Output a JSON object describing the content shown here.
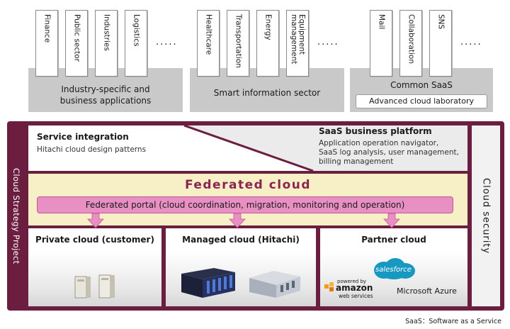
{
  "sectors": {
    "industry": {
      "label": "Industry-specific and\nbusiness applications",
      "cards": [
        "Finance",
        "Public sector",
        "Industries",
        "Logistics"
      ],
      "more": "....."
    },
    "smart": {
      "label": "Smart information sector",
      "cards": [
        "Healthcare",
        "Transportation",
        "Energy",
        "Equipment\nmanagement"
      ],
      "more": "....."
    },
    "common": {
      "label": "Common SaaS",
      "cards": [
        "Mail",
        "Collaboration",
        "SNS"
      ],
      "more": ".....",
      "lab": "Advanced cloud laboratory"
    }
  },
  "frame": {
    "side_label": "Cloud Strategy Project",
    "security_label": "Cloud security"
  },
  "service_integration": {
    "title": "Service integration",
    "subtitle": "Hitachi cloud design patterns"
  },
  "saas_platform": {
    "title": "SaaS business platform",
    "description": "Application operation navigator,\nSaaS log analysis, user management,\nbilling management"
  },
  "federated": {
    "title": "Federated cloud",
    "portal": "Federated portal (cloud coordination, migration, monitoring and operation)"
  },
  "clouds": {
    "private": {
      "title": "Private cloud (customer)"
    },
    "managed": {
      "title": "Managed cloud (Hitachi)"
    },
    "partner": {
      "title": "Partner cloud",
      "logos": {
        "salesforce": "salesforce",
        "amazon_powered": "powered by",
        "amazon": "amazon",
        "amazon_sub": "web services",
        "azure": "Microsoft Azure"
      }
    }
  },
  "footnote": "SaaS：Software as a Service",
  "colors": {
    "frame": "#6b1e3f",
    "federated_bg": "#f7efc6",
    "federated_title": "#8a2450",
    "portal": "#e88fc4",
    "sector_bg": "#c9c9c9"
  }
}
